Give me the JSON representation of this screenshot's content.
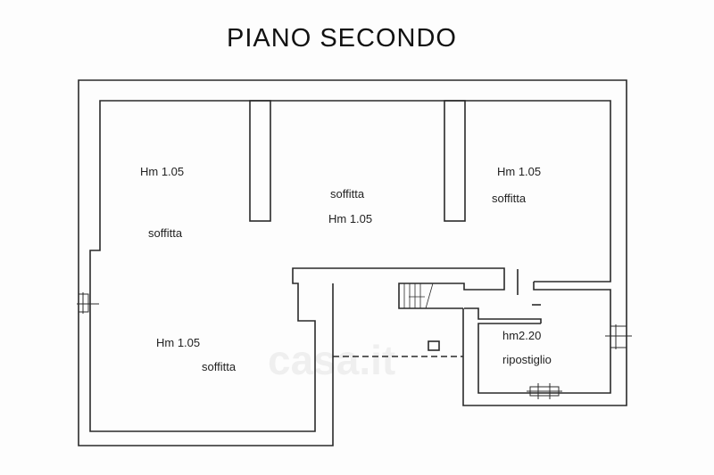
{
  "title": "PIANO  SECONDO",
  "rooms": [
    {
      "height": "Hm 1.05",
      "name": "soffitta"
    },
    {
      "height": "Hm 1.05",
      "name": "soffitta"
    },
    {
      "height": "Hm 1.05",
      "name": "soffitta"
    },
    {
      "height": "Hm 1.05",
      "name": "soffitta"
    },
    {
      "height": "hm2.20",
      "name": "ripostiglio"
    }
  ],
  "watermark": "casa.it"
}
